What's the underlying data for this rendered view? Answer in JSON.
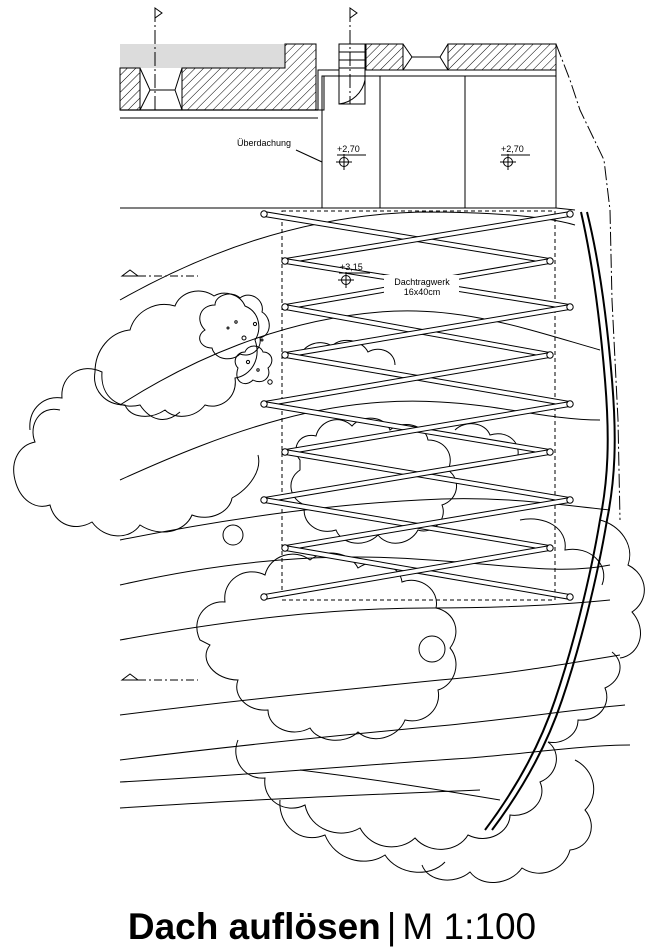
{
  "drawing": {
    "label_canopy": "Überdachung",
    "level_left": "+2,70",
    "level_right": "+2,70",
    "level_roof": "+3,15",
    "structure_name": "Dachtragwerk",
    "structure_size": "16x40cm"
  },
  "caption": {
    "title": "Dach auflösen",
    "separator": "|",
    "scale": "M 1:100"
  }
}
